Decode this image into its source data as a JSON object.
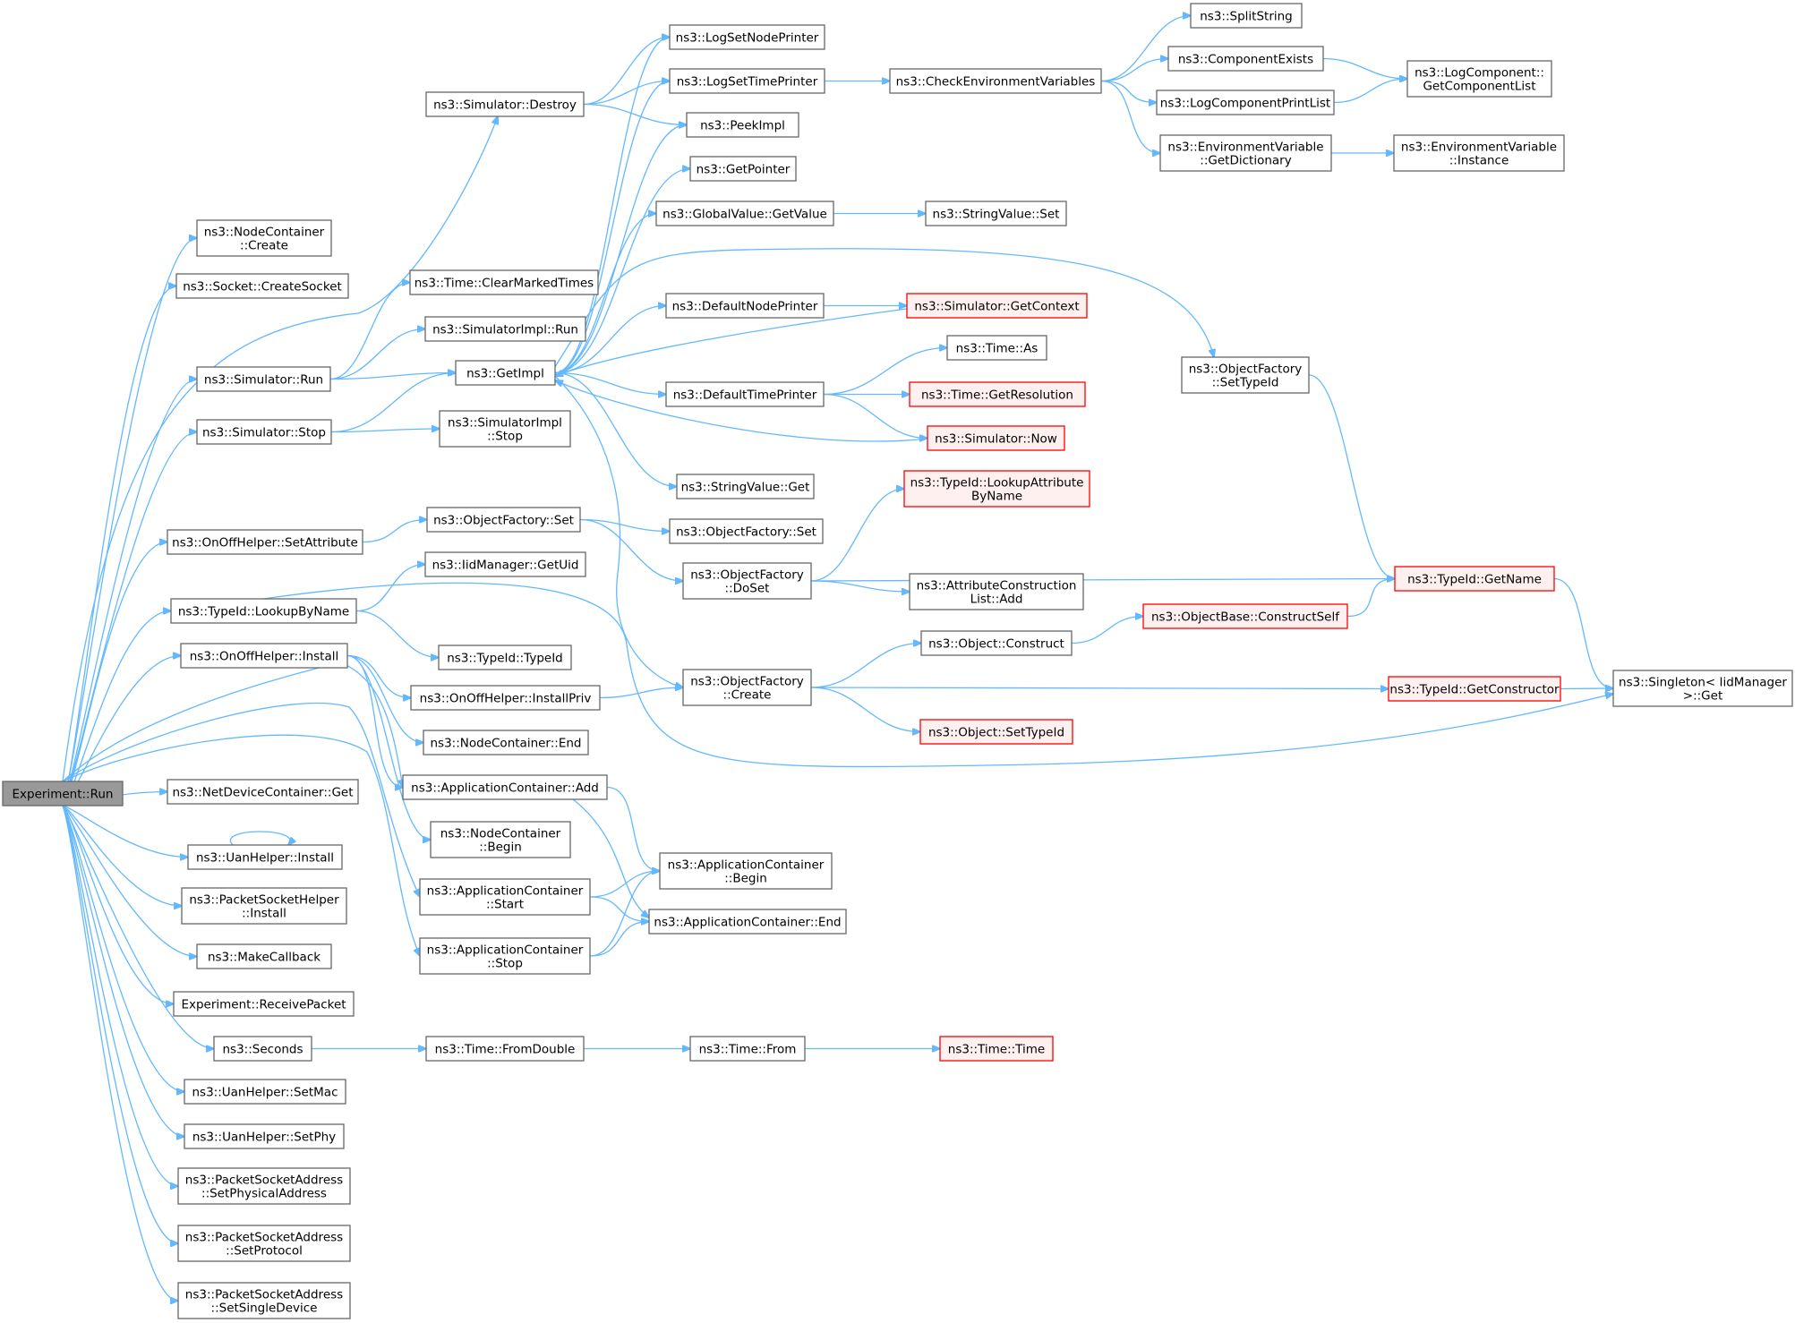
{
  "graph": {
    "title": "",
    "colors": {
      "edge": "#63b8ff",
      "node_border": "#666666",
      "root_fill": "#999999",
      "truncated_border": "#ff0000",
      "truncated_fill": "#fff0f0"
    },
    "nodes": [
      {
        "id": "root",
        "lines": [
          "Experiment::Run"
        ],
        "style": "root"
      },
      {
        "id": "nc_create",
        "lines": [
          "ns3::NodeContainer",
          "::Create"
        ]
      },
      {
        "id": "sock_create",
        "lines": [
          "ns3::Socket::CreateSocket"
        ]
      },
      {
        "id": "sim_run",
        "lines": [
          "ns3::Simulator::Run"
        ]
      },
      {
        "id": "sim_stop",
        "lines": [
          "ns3::Simulator::Stop"
        ]
      },
      {
        "id": "onoff_setattr",
        "lines": [
          "ns3::OnOffHelper::SetAttribute"
        ]
      },
      {
        "id": "typeid_lookup",
        "lines": [
          "ns3::TypeId::LookupByName"
        ]
      },
      {
        "id": "onoff_install",
        "lines": [
          "ns3::OnOffHelper::Install"
        ]
      },
      {
        "id": "ndc_get",
        "lines": [
          "ns3::NetDeviceContainer::Get"
        ]
      },
      {
        "id": "uan_install",
        "lines": [
          "ns3::UanHelper::Install"
        ]
      },
      {
        "id": "psh_install",
        "lines": [
          "ns3::PacketSocketHelper",
          "::Install"
        ]
      },
      {
        "id": "makecb",
        "lines": [
          "ns3::MakeCallback"
        ]
      },
      {
        "id": "recvpkt",
        "lines": [
          "Experiment::ReceivePacket"
        ]
      },
      {
        "id": "seconds",
        "lines": [
          "ns3::Seconds"
        ]
      },
      {
        "id": "uan_setmac",
        "lines": [
          "ns3::UanHelper::SetMac"
        ]
      },
      {
        "id": "uan_setphy",
        "lines": [
          "ns3::UanHelper::SetPhy"
        ]
      },
      {
        "id": "psa_setphys",
        "lines": [
          "ns3::PacketSocketAddress",
          "::SetPhysicalAddress"
        ]
      },
      {
        "id": "psa_setproto",
        "lines": [
          "ns3::PacketSocketAddress",
          "::SetProtocol"
        ]
      },
      {
        "id": "psa_setsingle",
        "lines": [
          "ns3::PacketSocketAddress",
          "::SetSingleDevice"
        ]
      },
      {
        "id": "sim_destroy",
        "lines": [
          "ns3::Simulator::Destroy"
        ]
      },
      {
        "id": "time_clear",
        "lines": [
          "ns3::Time::ClearMarkedTimes"
        ]
      },
      {
        "id": "simimpl_run",
        "lines": [
          "ns3::SimulatorImpl::Run"
        ]
      },
      {
        "id": "getimpl",
        "lines": [
          "ns3::GetImpl"
        ]
      },
      {
        "id": "simimpl_stop",
        "lines": [
          "ns3::SimulatorImpl",
          "::Stop"
        ]
      },
      {
        "id": "of_set",
        "lines": [
          "ns3::ObjectFactory::Set"
        ]
      },
      {
        "id": "iid_getuid",
        "lines": [
          "ns3::IidManager::GetUid"
        ]
      },
      {
        "id": "typeid_typeid",
        "lines": [
          "ns3::TypeId::TypeId"
        ]
      },
      {
        "id": "onoff_installpriv",
        "lines": [
          "ns3::OnOffHelper::InstallPriv"
        ]
      },
      {
        "id": "nc_end",
        "lines": [
          "ns3::NodeContainer::End"
        ]
      },
      {
        "id": "ac_add",
        "lines": [
          "ns3::ApplicationContainer::Add"
        ]
      },
      {
        "id": "nc_begin",
        "lines": [
          "ns3::NodeContainer",
          "::Begin"
        ]
      },
      {
        "id": "ac_start",
        "lines": [
          "ns3::ApplicationContainer",
          "::Start"
        ]
      },
      {
        "id": "ac_stop",
        "lines": [
          "ns3::ApplicationContainer",
          "::Stop"
        ]
      },
      {
        "id": "time_fromdouble",
        "lines": [
          "ns3::Time::FromDouble"
        ]
      },
      {
        "id": "log_nodeprinter",
        "lines": [
          "ns3::LogSetNodePrinter"
        ]
      },
      {
        "id": "log_timeprinter",
        "lines": [
          "ns3::LogSetTimePrinter"
        ]
      },
      {
        "id": "peekimpl",
        "lines": [
          "ns3::PeekImpl"
        ]
      },
      {
        "id": "getpointer",
        "lines": [
          "ns3::GetPointer"
        ]
      },
      {
        "id": "gv_getvalue",
        "lines": [
          "ns3::GlobalValue::GetValue"
        ]
      },
      {
        "id": "default_nodeprinter",
        "lines": [
          "ns3::DefaultNodePrinter"
        ]
      },
      {
        "id": "default_timeprinter",
        "lines": [
          "ns3::DefaultTimePrinter"
        ]
      },
      {
        "id": "sv_get",
        "lines": [
          "ns3::StringValue::Get"
        ]
      },
      {
        "id": "of_set2",
        "lines": [
          "ns3::ObjectFactory::Set"
        ]
      },
      {
        "id": "of_doset",
        "lines": [
          "ns3::ObjectFactory",
          "::DoSet"
        ]
      },
      {
        "id": "of_create",
        "lines": [
          "ns3::ObjectFactory",
          "::Create"
        ]
      },
      {
        "id": "ac_begin",
        "lines": [
          "ns3::ApplicationContainer",
          "::Begin"
        ]
      },
      {
        "id": "ac_end",
        "lines": [
          "ns3::ApplicationContainer::End"
        ]
      },
      {
        "id": "time_from",
        "lines": [
          "ns3::Time::From"
        ]
      },
      {
        "id": "check_env",
        "lines": [
          "ns3::CheckEnvironmentVariables"
        ]
      },
      {
        "id": "sv_set",
        "lines": [
          "ns3::StringValue::Set"
        ]
      },
      {
        "id": "sim_getcontext",
        "lines": [
          "ns3::Simulator::GetContext"
        ],
        "style": "trunc"
      },
      {
        "id": "time_as",
        "lines": [
          "ns3::Time::As"
        ]
      },
      {
        "id": "time_getres",
        "lines": [
          "ns3::Time::GetResolution"
        ],
        "style": "trunc"
      },
      {
        "id": "sim_now",
        "lines": [
          "ns3::Simulator::Now"
        ],
        "style": "trunc"
      },
      {
        "id": "typeid_lookupattr",
        "lines": [
          "ns3::TypeId::LookupAttribute",
          "ByName"
        ],
        "style": "trunc"
      },
      {
        "id": "acl_add",
        "lines": [
          "ns3::AttributeConstruction",
          "List::Add"
        ]
      },
      {
        "id": "obj_construct",
        "lines": [
          "ns3::Object::Construct"
        ]
      },
      {
        "id": "obj_settypeid",
        "lines": [
          "ns3::Object::SetTypeId"
        ],
        "style": "trunc"
      },
      {
        "id": "time_time",
        "lines": [
          "ns3::Time::Time"
        ],
        "style": "trunc"
      },
      {
        "id": "splitstring",
        "lines": [
          "ns3::SplitString"
        ]
      },
      {
        "id": "comp_exists",
        "lines": [
          "ns3::ComponentExists"
        ]
      },
      {
        "id": "logcomp_printlist",
        "lines": [
          "ns3::LogComponentPrintList"
        ]
      },
      {
        "id": "envvar_getdict",
        "lines": [
          "ns3::EnvironmentVariable",
          "::GetDictionary"
        ]
      },
      {
        "id": "of_settypeid",
        "lines": [
          "ns3::ObjectFactory",
          "::SetTypeId"
        ]
      },
      {
        "id": "objbase_constructself",
        "lines": [
          "ns3::ObjectBase::ConstructSelf"
        ],
        "style": "trunc"
      },
      {
        "id": "typeid_getname",
        "lines": [
          "ns3::TypeId::GetName"
        ],
        "style": "trunc"
      },
      {
        "id": "typeid_getconstructor",
        "lines": [
          "ns3::TypeId::GetConstructor"
        ],
        "style": "trunc"
      },
      {
        "id": "logcomp_getlist",
        "lines": [
          "ns3::LogComponent::",
          "GetComponentList"
        ]
      },
      {
        "id": "envvar_instance",
        "lines": [
          "ns3::EnvironmentVariable",
          "::Instance"
        ]
      },
      {
        "id": "singleton_get",
        "lines": [
          "ns3::Singleton< IidManager",
          ">::Get"
        ]
      }
    ],
    "edges": [
      [
        "root",
        "nc_create"
      ],
      [
        "root",
        "sock_create"
      ],
      [
        "root",
        "sim_destroy"
      ],
      [
        "root",
        "sim_run"
      ],
      [
        "root",
        "sim_stop"
      ],
      [
        "root",
        "onoff_setattr"
      ],
      [
        "root",
        "typeid_lookup"
      ],
      [
        "root",
        "onoff_install"
      ],
      [
        "root",
        "ac_add"
      ],
      [
        "root",
        "ac_start"
      ],
      [
        "root",
        "ac_stop"
      ],
      [
        "root",
        "ndc_get"
      ],
      [
        "root",
        "uan_install"
      ],
      [
        "uan_install",
        "uan_install"
      ],
      [
        "root",
        "psh_install"
      ],
      [
        "root",
        "makecb"
      ],
      [
        "root",
        "recvpkt"
      ],
      [
        "root",
        "seconds"
      ],
      [
        "root",
        "uan_setmac"
      ],
      [
        "root",
        "uan_setphy"
      ],
      [
        "root",
        "psa_setphys"
      ],
      [
        "root",
        "psa_setproto"
      ],
      [
        "root",
        "psa_setsingle"
      ],
      [
        "sim_destroy",
        "log_nodeprinter"
      ],
      [
        "sim_destroy",
        "log_timeprinter"
      ],
      [
        "sim_destroy",
        "peekimpl"
      ],
      [
        "sim_run",
        "time_clear"
      ],
      [
        "sim_run",
        "simimpl_run"
      ],
      [
        "sim_run",
        "getimpl"
      ],
      [
        "sim_stop",
        "getimpl"
      ],
      [
        "sim_stop",
        "simimpl_stop"
      ],
      [
        "getimpl",
        "log_nodeprinter"
      ],
      [
        "getimpl",
        "log_timeprinter"
      ],
      [
        "getimpl",
        "peekimpl"
      ],
      [
        "getimpl",
        "getpointer"
      ],
      [
        "getimpl",
        "gv_getvalue"
      ],
      [
        "getimpl",
        "default_nodeprinter"
      ],
      [
        "getimpl",
        "default_timeprinter"
      ],
      [
        "getimpl",
        "sv_get"
      ],
      [
        "getimpl",
        "of_create"
      ],
      [
        "getimpl",
        "of_settypeid"
      ],
      [
        "default_nodeprinter",
        "sim_getcontext"
      ],
      [
        "sim_getcontext",
        "getimpl"
      ],
      [
        "default_timeprinter",
        "time_as"
      ],
      [
        "default_timeprinter",
        "time_getres"
      ],
      [
        "default_timeprinter",
        "sim_now"
      ],
      [
        "sim_now",
        "getimpl"
      ],
      [
        "log_timeprinter",
        "check_env"
      ],
      [
        "gv_getvalue",
        "sv_set"
      ],
      [
        "check_env",
        "splitstring"
      ],
      [
        "check_env",
        "comp_exists"
      ],
      [
        "check_env",
        "logcomp_printlist"
      ],
      [
        "check_env",
        "envvar_getdict"
      ],
      [
        "comp_exists",
        "logcomp_getlist"
      ],
      [
        "logcomp_printlist",
        "logcomp_getlist"
      ],
      [
        "envvar_getdict",
        "envvar_instance"
      ],
      [
        "onoff_setattr",
        "of_set"
      ],
      [
        "of_set",
        "of_set2"
      ],
      [
        "of_set",
        "of_doset"
      ],
      [
        "of_doset",
        "typeid_lookupattr"
      ],
      [
        "of_doset",
        "typeid_getname"
      ],
      [
        "of_doset",
        "acl_add"
      ],
      [
        "typeid_lookup",
        "iid_getuid"
      ],
      [
        "typeid_lookup",
        "typeid_typeid"
      ],
      [
        "typeid_lookup",
        "singleton_get"
      ],
      [
        "onoff_install",
        "onoff_installpriv"
      ],
      [
        "onoff_install",
        "nc_end"
      ],
      [
        "onoff_install",
        "ac_add"
      ],
      [
        "onoff_install",
        "nc_begin"
      ],
      [
        "onoff_installpriv",
        "of_create"
      ],
      [
        "of_create",
        "obj_construct"
      ],
      [
        "of_create",
        "typeid_getconstructor"
      ],
      [
        "of_create",
        "obj_settypeid"
      ],
      [
        "obj_construct",
        "objbase_constructself"
      ],
      [
        "objbase_constructself",
        "typeid_getname"
      ],
      [
        "of_settypeid",
        "typeid_getname"
      ],
      [
        "typeid_getname",
        "singleton_get"
      ],
      [
        "typeid_getconstructor",
        "singleton_get"
      ],
      [
        "ac_add",
        "ac_begin"
      ],
      [
        "ac_add",
        "ac_end"
      ],
      [
        "ac_start",
        "ac_begin"
      ],
      [
        "ac_start",
        "ac_end"
      ],
      [
        "ac_stop",
        "ac_begin"
      ],
      [
        "ac_stop",
        "ac_end"
      ],
      [
        "seconds",
        "time_fromdouble"
      ],
      [
        "time_fromdouble",
        "time_from"
      ],
      [
        "time_from",
        "time_time"
      ]
    ]
  }
}
